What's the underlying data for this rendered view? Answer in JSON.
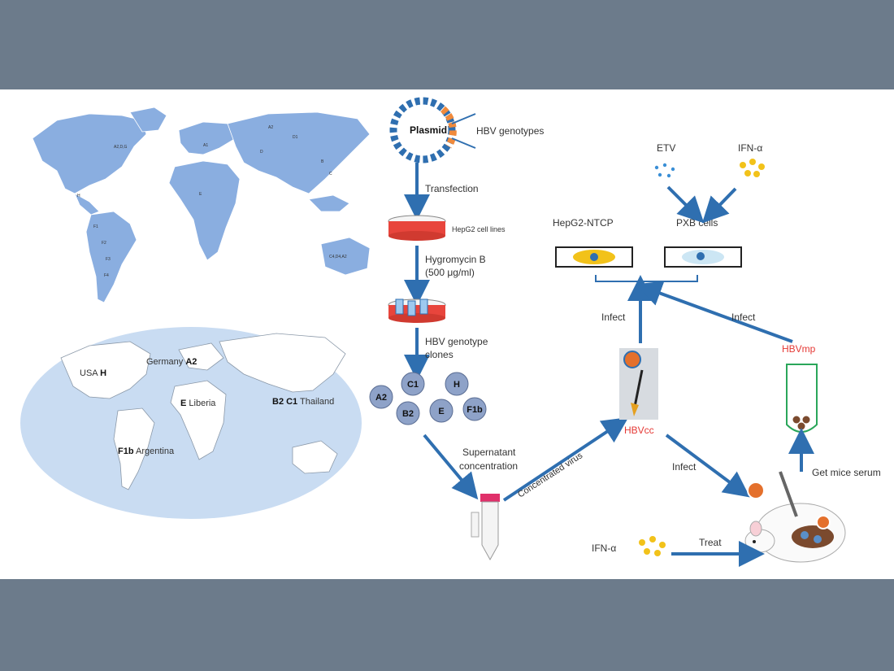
{
  "map_top_labels": [
    "A2",
    "D1",
    "A1",
    "D",
    "B",
    "C",
    "E",
    "F1",
    "F2",
    "F3",
    "F4",
    "H",
    "A2,D,G",
    "C4,D4,A2"
  ],
  "map_bottom": {
    "usa": "USA",
    "usa_g": "H",
    "germany": "Germany",
    "germany_g": "A2",
    "liberia_g": "E",
    "liberia": "Liberia",
    "thailand_g": "B2 C1",
    "thailand": "Thailand",
    "argentina_g": "F1b",
    "argentina": "Argentina"
  },
  "plasmid": {
    "label": "Plasmid",
    "genotypes": "HBV genotypes"
  },
  "steps": {
    "transfection": "Transfection",
    "cell_lines": "HepG2 cell lines",
    "hygromycin_1": "Hygromycin B",
    "hygromycin_2": "(500 μg/ml)",
    "clones_1": "HBV genotype",
    "clones_2": "clones",
    "supernatant_1": "Supernatant",
    "supernatant_2": "concentration",
    "concentrated": "Concentrated virus"
  },
  "genotype_circles": [
    "A2",
    "C1",
    "H",
    "B2",
    "E",
    "F1b"
  ],
  "drugs": {
    "etv": "ETV",
    "ifn_top": "IFN-α",
    "ifn_bottom": "IFN-α"
  },
  "cells": {
    "hepg2_ntcp": "HepG2-NTCP",
    "pxb": "PXB cells"
  },
  "arrows": {
    "infect_left": "Infect",
    "infect_right": "Infect",
    "infect_mouse": "Infect",
    "treat": "Treat",
    "get_serum": "Get mice serum"
  },
  "virus": {
    "hbvcc": "HBVcc",
    "hbvmp": "HBVmp"
  },
  "colors": {
    "page_bg": "#6c7b8b",
    "map_blue": "#8aaee0",
    "ocean": "#c9dcf2",
    "arrow_blue": "#2f6fb0",
    "red": "#e53935",
    "yellow": "#f2c21a"
  }
}
